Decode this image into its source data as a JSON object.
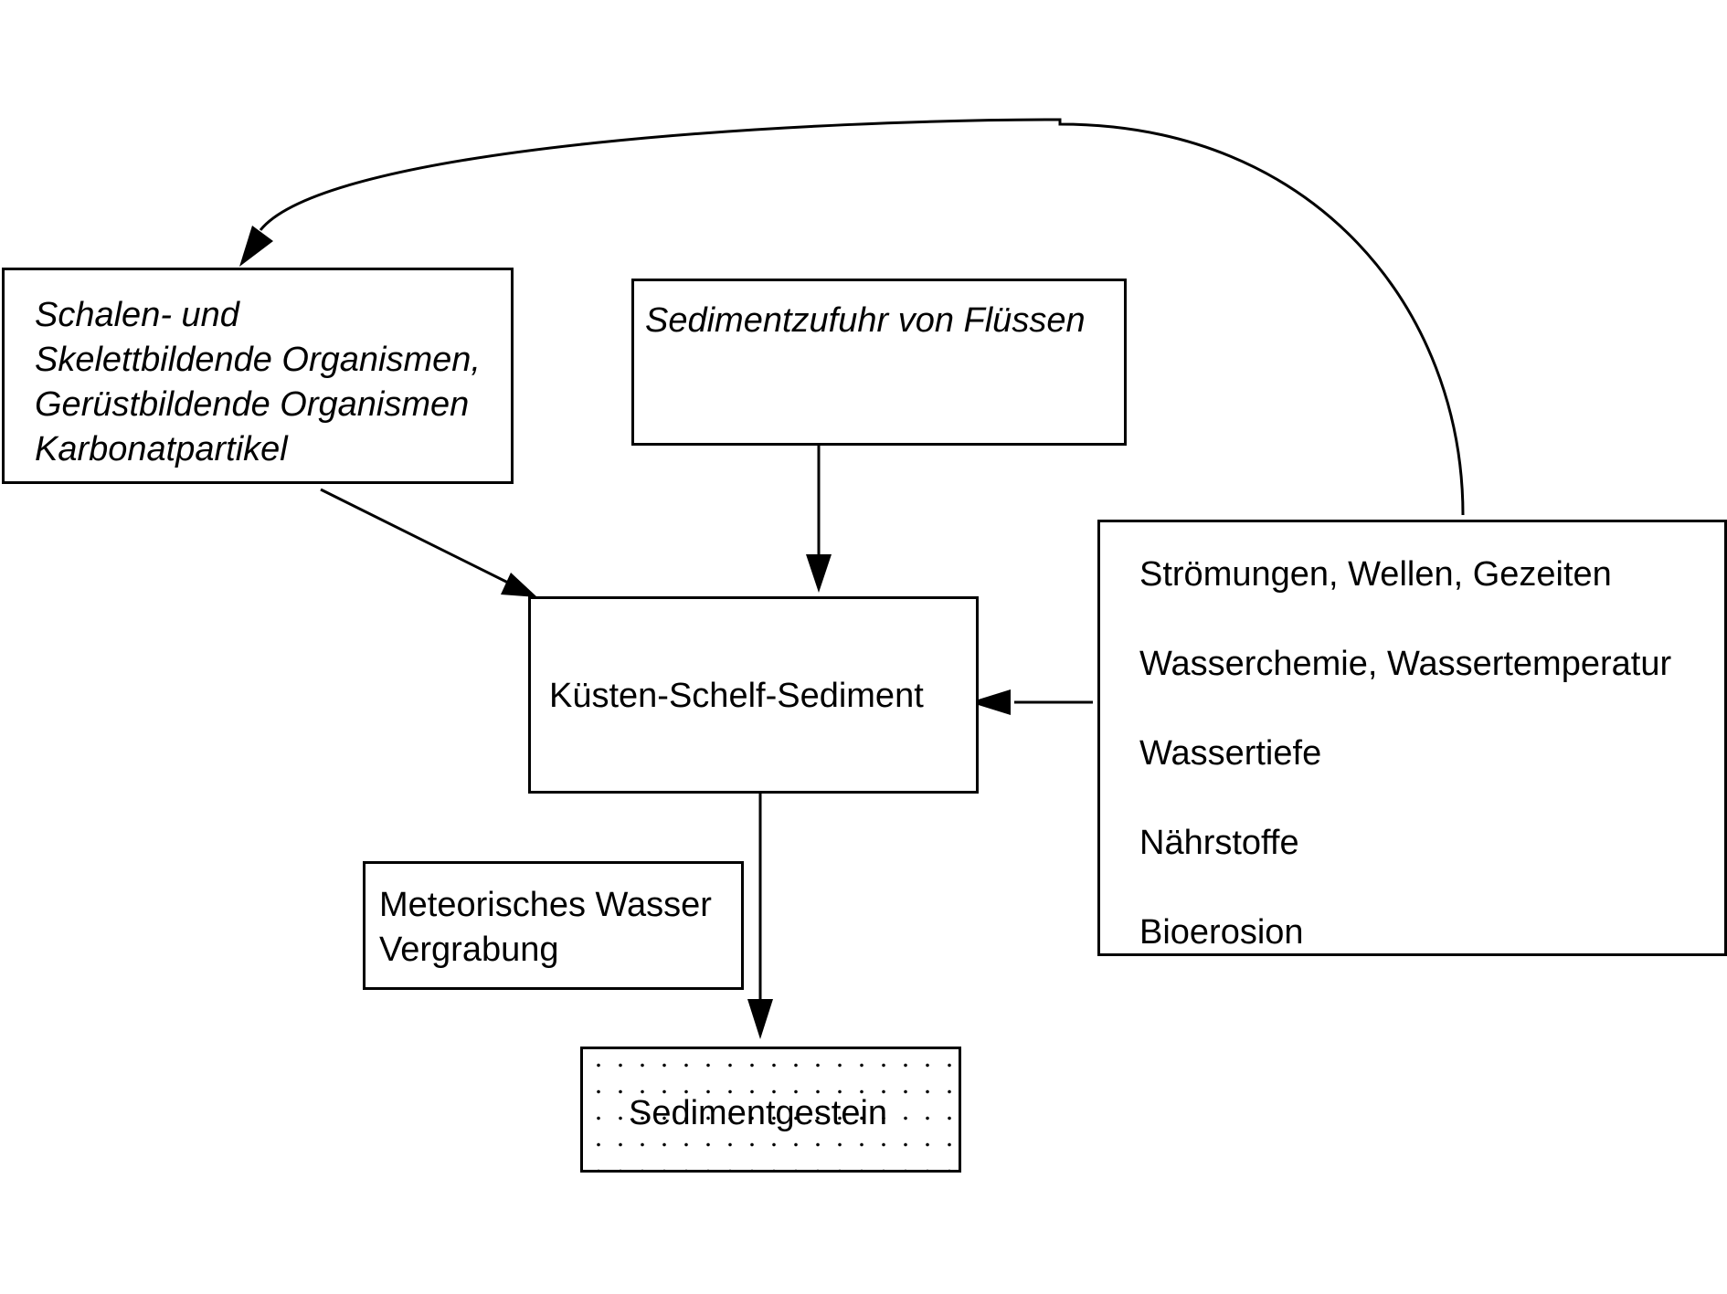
{
  "diagram": {
    "organisms_box": {
      "lines": [
        "Schalen- und",
        "Skelettbildende Organismen,",
        "Gerüstbildende Organismen",
        "Karbonatpartikel"
      ]
    },
    "rivers_box": {
      "label": "Sedimentzufuhr von Flüssen"
    },
    "sediment_box": {
      "label": "Küsten-Schelf-Sediment"
    },
    "factors_box": {
      "items": [
        "Strömungen, Wellen, Gezeiten",
        "Wasserchemie, Wassertemperatur",
        "Wassertiefe",
        "Nährstoffe",
        "Bioerosion"
      ]
    },
    "meteoric_box": {
      "lines": [
        "Meteorisches Wasser",
        "Vergrabung"
      ]
    },
    "rock_box": {
      "label": "Sedimentgestein"
    }
  }
}
